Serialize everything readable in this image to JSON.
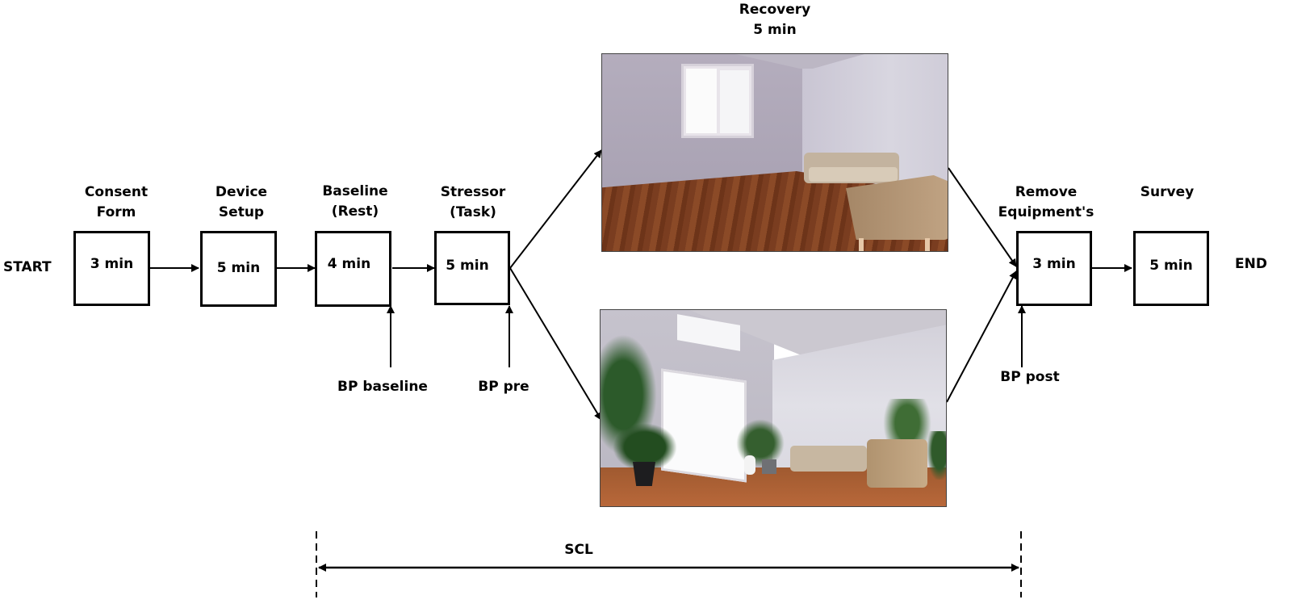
{
  "diagram": {
    "start_label": "START",
    "end_label": "END",
    "steps": [
      {
        "title_line1": "Consent",
        "title_line2": "Form",
        "duration": "3 min"
      },
      {
        "title_line1": "Device",
        "title_line2": "Setup",
        "duration": "5 min"
      },
      {
        "title_line1": "Baseline",
        "title_line2": "(Rest)",
        "duration": "4 min"
      },
      {
        "title_line1": "Stressor",
        "title_line2": "(Task)",
        "duration": "5 min"
      },
      {
        "title_line1": "Remove",
        "title_line2": "Equipment's",
        "duration": "3 min"
      },
      {
        "title_line1": "Survey",
        "title_line2": "",
        "duration": "5 min"
      }
    ],
    "recovery": {
      "title": "Recovery",
      "duration": "5 min",
      "images": [
        {
          "name": "plain-room",
          "description": "Room with window, sofa and armchair, wooden floor"
        },
        {
          "name": "biophilic-room",
          "description": "Room with large windows, plants, sofa and armchair, wooden floor"
        }
      ]
    },
    "measurements": [
      {
        "label": "BP baseline"
      },
      {
        "label": "BP pre"
      },
      {
        "label": "BP post"
      }
    ],
    "scl": {
      "label": "SCL"
    },
    "colors": {
      "stroke": "#000000",
      "background": "#ffffff"
    }
  }
}
